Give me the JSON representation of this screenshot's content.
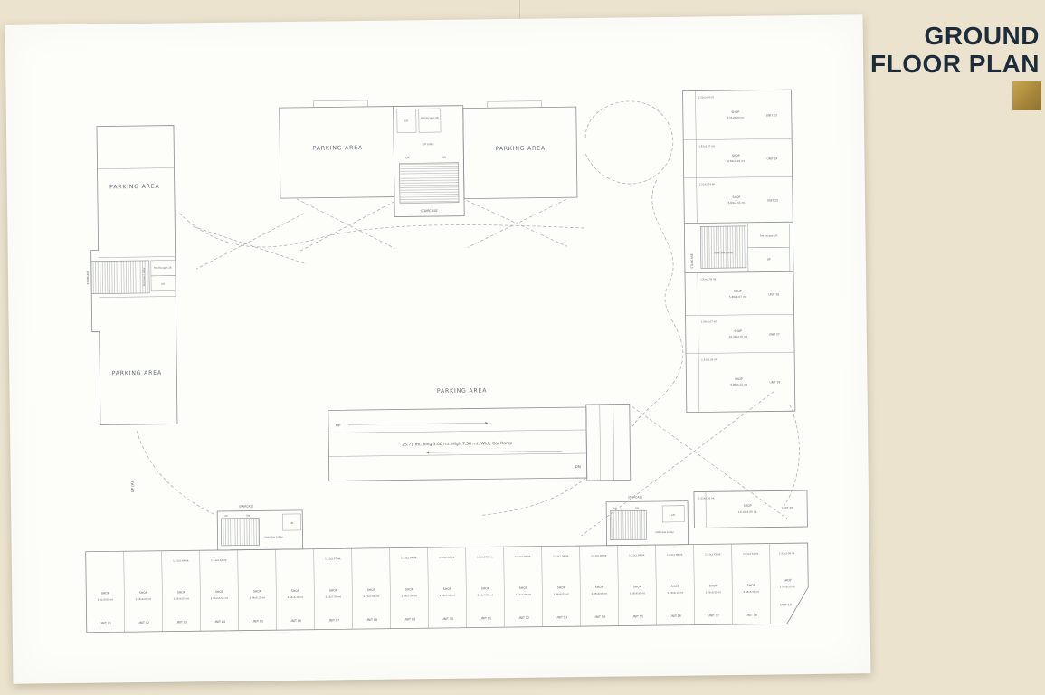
{
  "title": {
    "line1": "GROUND",
    "line2": "FLOOR PLAN"
  },
  "plan": {
    "left_building": {
      "parking_top": "PARKING AREA",
      "parking_bottom": "PARKING AREA",
      "staircase": "STAIRCASE",
      "lobby": "Staircase Lobby",
      "lift": "Lift",
      "fire_lift": "Fire Escape Lift",
      "up_a": "UP (A)"
    },
    "top_building": {
      "parking_left": "PARKING AREA",
      "parking_right": "PARKING AREA",
      "staircase": "STAIRCASE",
      "lift_lobby": "Lift Lobby",
      "lift": "Lift",
      "fire_lift": "Fire Escape Lift",
      "up": "UP",
      "dn": "DN"
    },
    "center": {
      "parking": "PARKING AREA",
      "ramp_text": "25.71 mt. long 3.00 mt. High 7.58 mt. Wide Car Ramp",
      "up": "UP",
      "dn": "DN"
    },
    "right_wing": {
      "staircase": "STAIRCASE",
      "lobby": "Staircase Lobby",
      "fire_lift": "Fire Escape Lift",
      "up": "UP",
      "shops": [
        {
          "dim": "1.53x3.04 mt",
          "shop": "SHOP",
          "area": "6.15x5.04 mt",
          "unit": "UNIT 23"
        },
        {
          "dim": "1.53x3.07 mt",
          "shop": "SHOP",
          "area": "4.59x5.04 mt",
          "unit": "UNIT 24"
        },
        {
          "dim": "1.53x3.74 mt",
          "shop": "SHOP",
          "area": "5.69x4.55 mt",
          "unit": "UNIT 25"
        },
        {
          "dim": "1.53x3.76 mt",
          "shop": "SHOP",
          "area": "5.69x4.07 mt",
          "unit": "UNIT 26"
        },
        {
          "dim": "1.53x3.07 mt",
          "shop": "SHOP",
          "area": "10.33x2.97 mt",
          "unit": "UNIT 27"
        },
        {
          "dim": "1.53x3.36 mt",
          "shop": "SHOP",
          "area": "3.05x5.15 mt",
          "unit": "UNIT 28"
        }
      ]
    },
    "shop20": {
      "dim": "1.53x3.03 mt",
      "shop": "SHOP",
      "area": "10.19x3.00 mt",
      "unit": "UNIT 20"
    },
    "core1": {
      "staircase": "STAIRCASE",
      "lobby": "Staircase Lobby",
      "up": "UP",
      "dn": "DN",
      "lift": "Lift"
    },
    "core2": {
      "staircase": "STAIRCASE",
      "lobby": "Staircase Lobby",
      "up": "UP",
      "dn": "DN",
      "lift": "Lift"
    },
    "bottom_shops": [
      {
        "dim": "",
        "shop": "SHOP",
        "area": "3.81x8.55 mt",
        "unit": "UNIT 01"
      },
      {
        "dim": "",
        "shop": "SHOP",
        "area": "3.35x8.07 mt",
        "unit": "UNIT 02"
      },
      {
        "dim": "1.53x2.44 mt",
        "shop": "SHOP",
        "area": "3.35x8.07 mt",
        "unit": "UNIT 03"
      },
      {
        "dim": "1.53x2.44 mt",
        "shop": "SHOP",
        "area": "2.96x10.55 mt",
        "unit": "UNIT 04"
      },
      {
        "dim": "",
        "shop": "SHOP",
        "area": "2.96x5.15 mt",
        "unit": "UNIT 05"
      },
      {
        "dim": "",
        "shop": "SHOP",
        "area": "2.34x5.32 mt",
        "unit": "UNIT 06"
      },
      {
        "dim": "1.53x2.47 mt",
        "shop": "SHOP",
        "area": "2.12x7.06 mt",
        "unit": "UNIT 07"
      },
      {
        "dim": "",
        "shop": "SHOP",
        "area": "2.73x7.06 mt",
        "unit": "UNIT 08"
      },
      {
        "dim": "1.53x2.04 mt",
        "shop": "SHOP",
        "area": "2.96x7.06 mt",
        "unit": "UNIT 09"
      },
      {
        "dim": "1.52x2.04 mt",
        "shop": "SHOP",
        "area": "2.96x7.06 mt",
        "unit": "UNIT 10"
      },
      {
        "dim": "1.53x2.75 mt",
        "shop": "SHOP",
        "area": "2.12x7.06 mt",
        "unit": "UNIT 11"
      },
      {
        "dim": "1.53x2.98 mt",
        "shop": "SHOP",
        "area": "3.12x7.06 mt",
        "unit": "UNIT 12"
      },
      {
        "dim": "1.53x2.04 mt",
        "shop": "SHOP",
        "area": "2.96x8.07 mt",
        "unit": "UNIT 13"
      },
      {
        "dim": "1.53x2.04 mt",
        "shop": "SHOP",
        "area": "3.05x8.55 mt",
        "unit": "UNIT 14"
      },
      {
        "dim": "1.53x2.04 mt",
        "shop": "SHOP",
        "area": "3.05x8.55 mt",
        "unit": "UNIT 15"
      },
      {
        "dim": "1.54x1.89 mt",
        "shop": "SHOP",
        "area": "3.29x8.10 mt",
        "unit": "UNIT 16"
      },
      {
        "dim": "1.53x2.45 mt",
        "shop": "SHOP",
        "area": "3.05x8.55 mt",
        "unit": "UNIT 17"
      },
      {
        "dim": "1.53x2.52 mt",
        "shop": "SHOP",
        "area": "2.85x8.55 mt",
        "unit": "UNIT 18"
      },
      {
        "dim": "1.53x2.04 mt",
        "shop": "SHOP",
        "area": "3.05x8.55 mt",
        "unit": "UNIT 19"
      }
    ]
  }
}
